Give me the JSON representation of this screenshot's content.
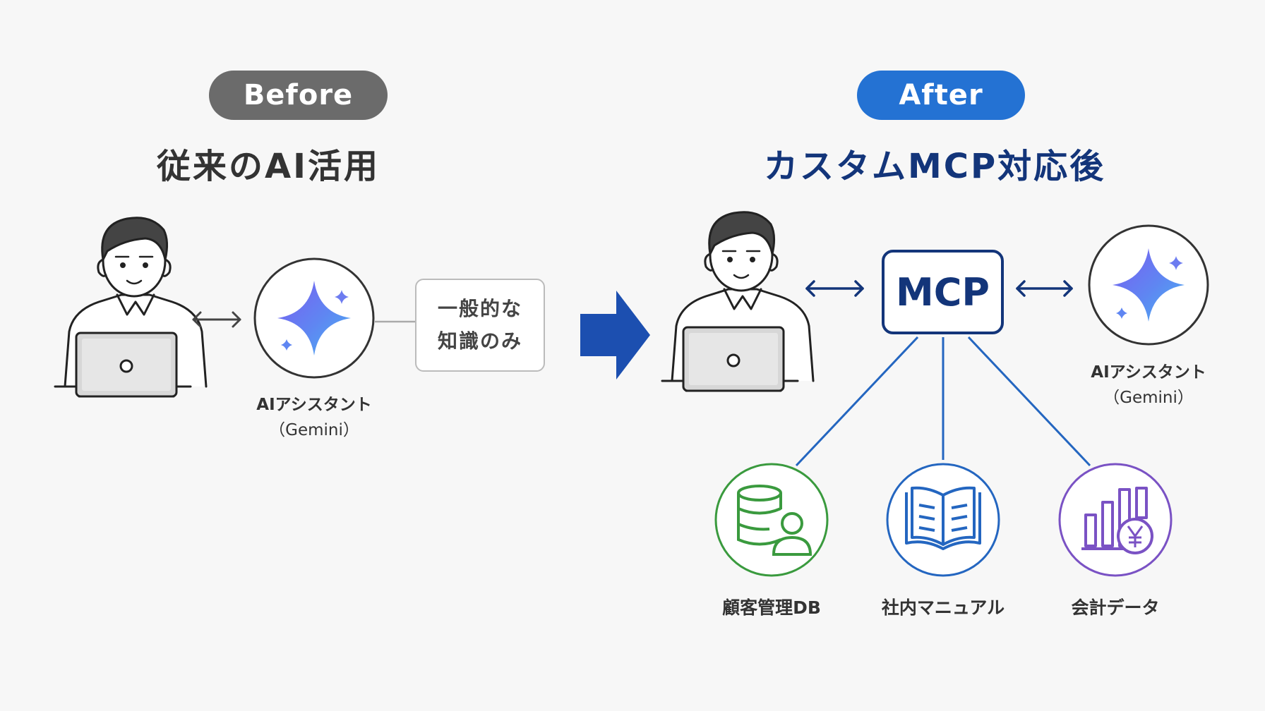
{
  "before": {
    "badge": "Before",
    "title": "従来のAI活用",
    "assistant_name": "AIアシスタント",
    "assistant_sub": "（Gemini）",
    "knowledge_line1": "一般的な",
    "knowledge_line2": "知識のみ"
  },
  "after": {
    "badge": "After",
    "title": "カスタムMCP対応後",
    "mcp_label": "MCP",
    "assistant_name": "AIアシスタント",
    "assistant_sub": "（Gemini）",
    "sources": [
      {
        "label": "顧客管理DB",
        "icon": "database-user-icon",
        "color": "#3a9a3e"
      },
      {
        "label": "社内マニュアル",
        "icon": "book-icon",
        "color": "#2466c0"
      },
      {
        "label": "会計データ",
        "icon": "chart-yen-icon",
        "color": "#7a52c4"
      }
    ]
  },
  "colors": {
    "before_badge": "#6b6b6b",
    "after_badge": "#2472d3",
    "after_title": "#13357a",
    "transition_arrow": "#1c4fb0",
    "connector": "#2466c0"
  }
}
